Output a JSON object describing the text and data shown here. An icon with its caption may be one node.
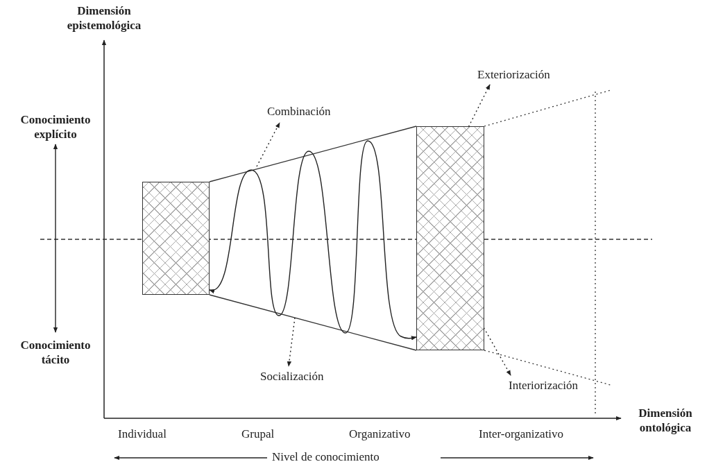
{
  "diagram": {
    "nodes": [
      {
        "text": [
          "Exteriorización"
        ]
      },
      {
        "text": [
          "Combinación"
        ]
      },
      {
        "text": [
          "Conocimiento explícito"
        ]
      },
      {
        "text": [],
        "shape": "box"
      },
      {
        "text": [],
        "shape": "box"
      },
      {
        "text": [
          "Conocimiento tácito"
        ]
      },
      {
        "text": [
          "Socialización"
        ]
      },
      {
        "text": [
          "Interiorización"
        ]
      }
    ],
    "edges": [
      {
        "from": 3,
        "to": 4,
        "arrow": "both"
      },
      {
        "from": null,
        "to": 1,
        "arrow": "to",
        "style": "dashed"
      },
      {
        "from": 4,
        "to": 0,
        "arrow": "to",
        "style": "dashed"
      },
      {
        "from": null,
        "to": 6,
        "arrow": "to",
        "style": "dashed"
      },
      {
        "from": 4,
        "to": 7,
        "arrow": "to",
        "style": "dashed"
      },
      {
        "from": 2,
        "to": 5,
        "arrow": "both"
      }
    ],
    "labels": [
      "Dimensión epistemológica",
      "Dimensión ontológica",
      "Individual",
      "Grupal",
      "Organizativo",
      "Inter-organizativo",
      "Nivel de conocimiento"
    ]
  }
}
